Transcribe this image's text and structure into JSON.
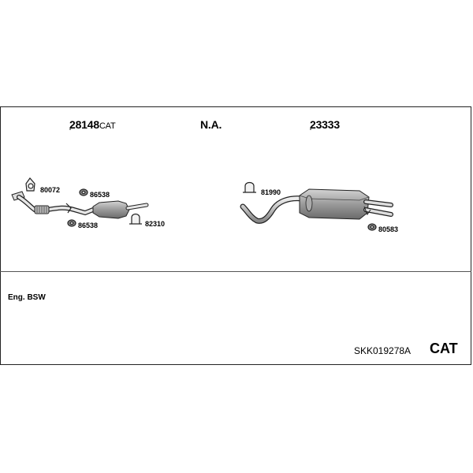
{
  "parts": {
    "front": {
      "number": "28148",
      "suffix": "CAT"
    },
    "middle": {
      "label": "N.A."
    },
    "rear": {
      "number": "23333"
    }
  },
  "fittings": {
    "f1": "80072",
    "f2": "86538",
    "f3": "86538",
    "f4": "82310",
    "f5": "81990",
    "f6": "80583"
  },
  "engine": "Eng. BSW",
  "kit_code": "SKK019278A",
  "category": "CAT"
}
